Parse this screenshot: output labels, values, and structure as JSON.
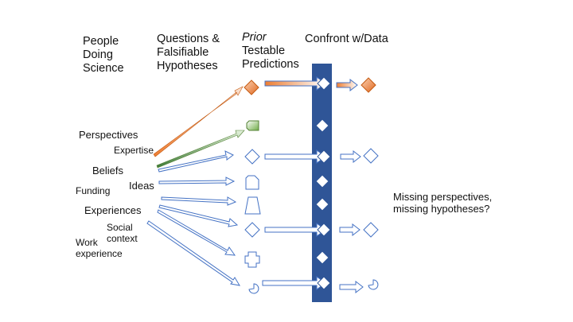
{
  "headers": {
    "people": "People\nDoing\nScience",
    "questions": "Questions &\nFalsifiable\nHypotheses",
    "prior": "Prior",
    "predictions": "Testable\nPredictions",
    "confront": "Confront w/Data"
  },
  "factors": {
    "perspectives": "Perspectives",
    "expertise": "Expertise",
    "beliefs": "Beliefs",
    "ideas": "Ideas",
    "funding": "Funding",
    "experiences": "Experiences",
    "social_context": "Social\ncontext",
    "work_experience": "Work\nexperience"
  },
  "missing_note": "Missing perspectives,\nmissing hypotheses?",
  "colors": {
    "arrow_outline": "#4472c4",
    "data_bar": "#2f5597",
    "orange": "#ed7d31",
    "green": "#70ad47"
  }
}
